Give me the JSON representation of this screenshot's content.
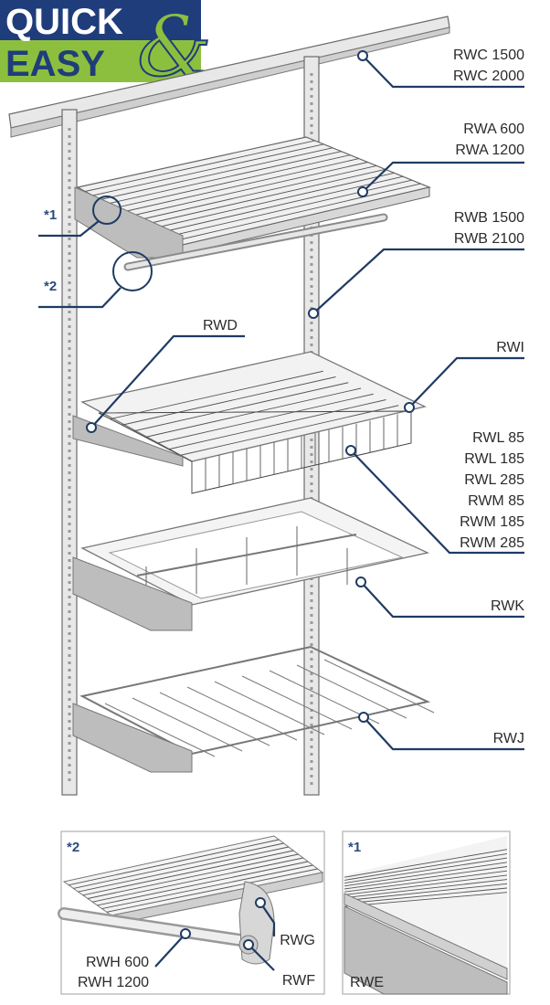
{
  "logo": {
    "line1": "QUICK",
    "line2": "EASY",
    "ampersand": "&",
    "colors": {
      "navy": "#1f3d7a",
      "green": "#8dbf3f",
      "white": "#ffffff"
    }
  },
  "colors": {
    "leader": "#1f3b63",
    "marker_text": "#2e4a7d",
    "label_text": "#2b2b2b"
  },
  "labels": {
    "rwc": [
      "RWC 1500",
      "RWC 2000"
    ],
    "rwa": [
      "RWA 600",
      "RWA 1200"
    ],
    "rwb": [
      "RWB 1500",
      "RWB 2100"
    ],
    "rwd": "RWD",
    "rwi": "RWI",
    "rwl_rwm": [
      "RWL 85",
      "RWL 185",
      "RWL 285",
      "RWM 85",
      "RWM 185",
      "RWM 285"
    ],
    "rwk": "RWK",
    "rwj": "RWJ",
    "rwg": "RWG",
    "rwh": [
      "RWH 600",
      "RWH 1200"
    ],
    "rwf": "RWF",
    "rwe": "RWE"
  },
  "markers": {
    "m1": "*1",
    "m2": "*2"
  },
  "insets": {
    "left_marker": "*2",
    "right_marker": "*1"
  }
}
